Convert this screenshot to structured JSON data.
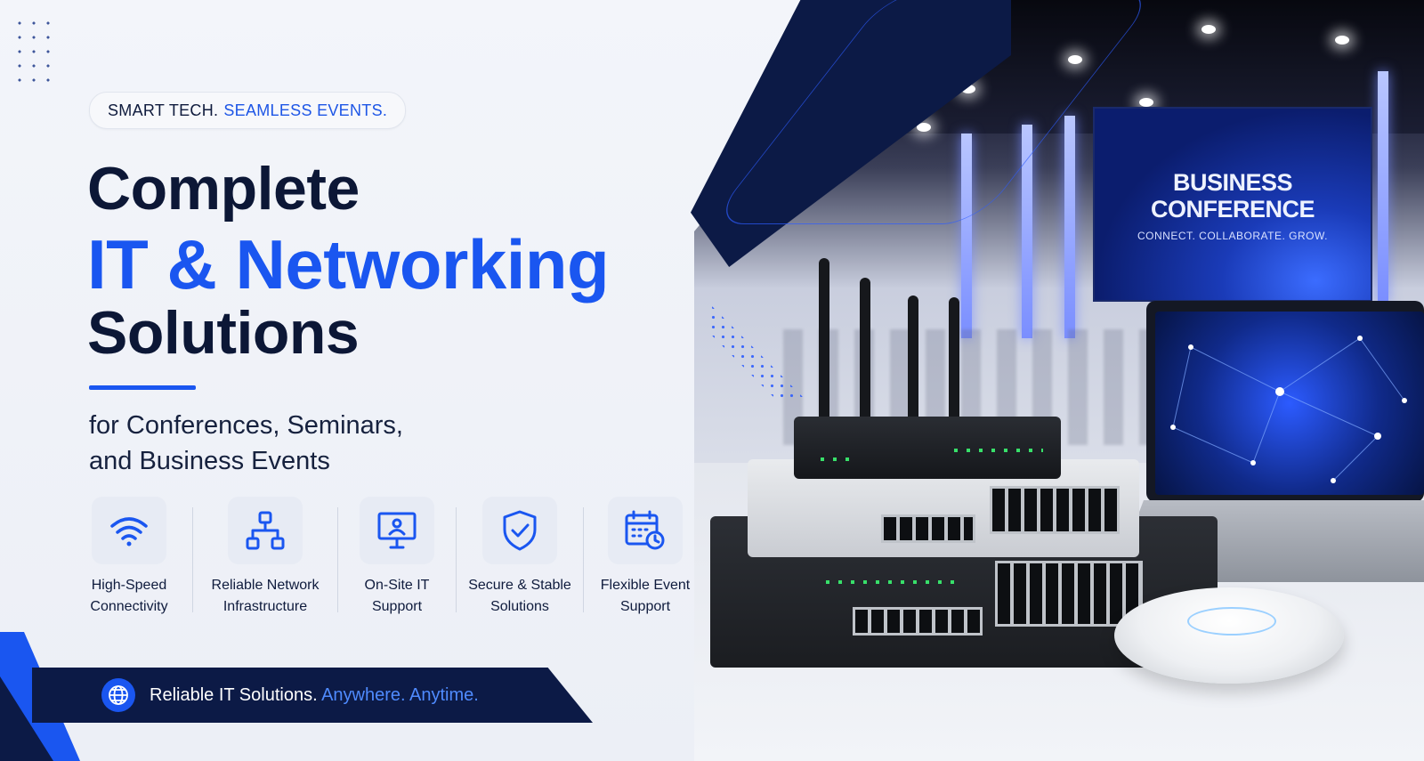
{
  "tagline_pill": {
    "part1": "SMART TECH.",
    "part2": "SEAMLESS EVENTS."
  },
  "headline": {
    "line1": "Complete",
    "line2": "IT & Networking",
    "line3": "Solutions"
  },
  "subtitle": {
    "line1": "for Conferences, Seminars,",
    "line2": "and Business Events"
  },
  "features": [
    {
      "icon": "wifi-icon",
      "line1": "High-Speed",
      "line2": "Connectivity"
    },
    {
      "icon": "network-icon",
      "line1": "Reliable Network",
      "line2": "Infrastructure"
    },
    {
      "icon": "monitor-support-icon",
      "line1": "On-Site IT",
      "line2": "Support"
    },
    {
      "icon": "shield-check-icon",
      "line1": "Secure & Stable",
      "line2": "Solutions"
    },
    {
      "icon": "calendar-clock-icon",
      "line1": "Flexible Event",
      "line2": "Support"
    }
  ],
  "bottom_bar": {
    "part1": "Reliable IT Solutions.",
    "part2": "Anywhere. Anytime.",
    "icon": "globe-icon"
  },
  "photo": {
    "screen_line1": "BUSINESS",
    "screen_line2": "CONFERENCE",
    "screen_line3": "CONNECT. COLLABORATE. GROW."
  },
  "colors": {
    "navy": "#0c1a46",
    "accent_blue": "#1a56f0",
    "text_dark": "#0c1736",
    "background": "#eef1f7"
  }
}
